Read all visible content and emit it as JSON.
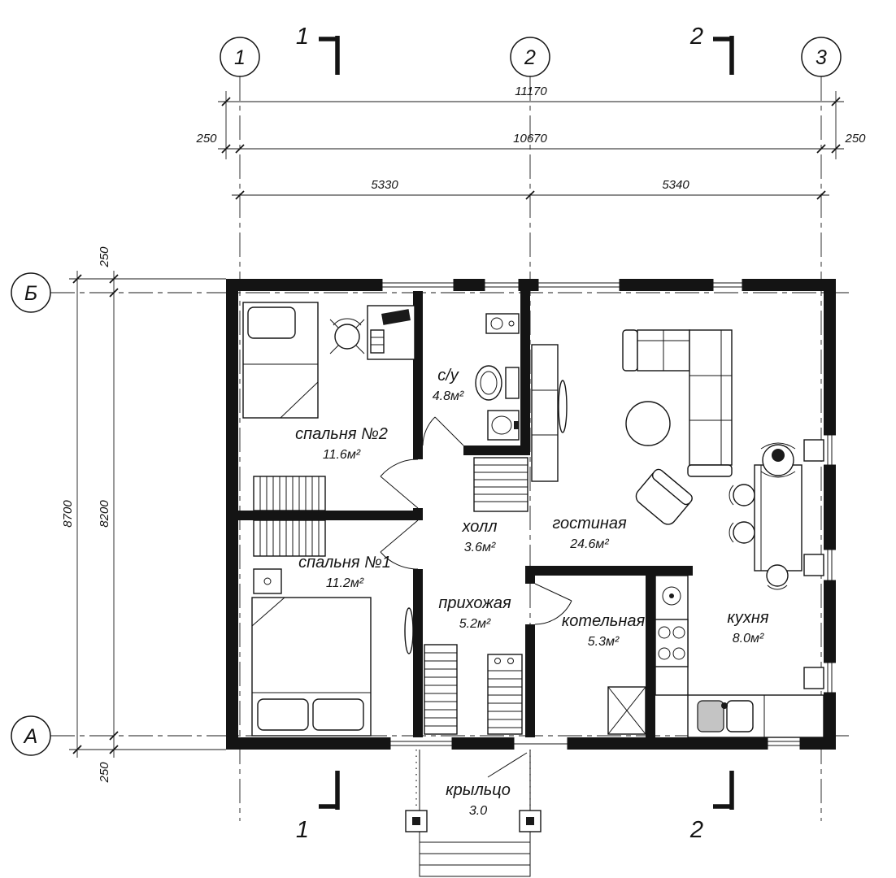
{
  "colors": {
    "ink": "#141414",
    "paper": "#ffffff",
    "shade": "#c4c4c4"
  },
  "grid_axes": {
    "columns": [
      {
        "label": "1"
      },
      {
        "label": "2"
      },
      {
        "label": "3"
      }
    ],
    "rows": [
      {
        "label": "Б"
      },
      {
        "label": "А"
      }
    ]
  },
  "section_marks": {
    "cut1": "1",
    "cut2": "2"
  },
  "dimensions": {
    "overall_width": "11170",
    "axis_span_width": "10670",
    "edge_left": "250",
    "edge_right": "250",
    "bay_left": "5330",
    "bay_right": "5340",
    "overall_depth": "8700",
    "axis_span_depth": "8200",
    "edge_top": "250",
    "edge_bottom": "250"
  },
  "rooms": {
    "bathroom": {
      "name": "с/у",
      "area": "4.8м²"
    },
    "bedroom2": {
      "name": "спальня №2",
      "area": "11.6м²"
    },
    "bedroom1": {
      "name": "спальня №1",
      "area": "11.2м²"
    },
    "hall": {
      "name": "холл",
      "area": "3.6м²"
    },
    "entry": {
      "name": "прихожая",
      "area": "5.2м²"
    },
    "living": {
      "name": "гостиная",
      "area": "24.6м²"
    },
    "boiler": {
      "name": "котельная",
      "area": "5.3м²"
    },
    "kitchen": {
      "name": "кухня",
      "area": "8.0м²"
    },
    "porch": {
      "name": "крыльцо",
      "area": "3.0"
    }
  }
}
